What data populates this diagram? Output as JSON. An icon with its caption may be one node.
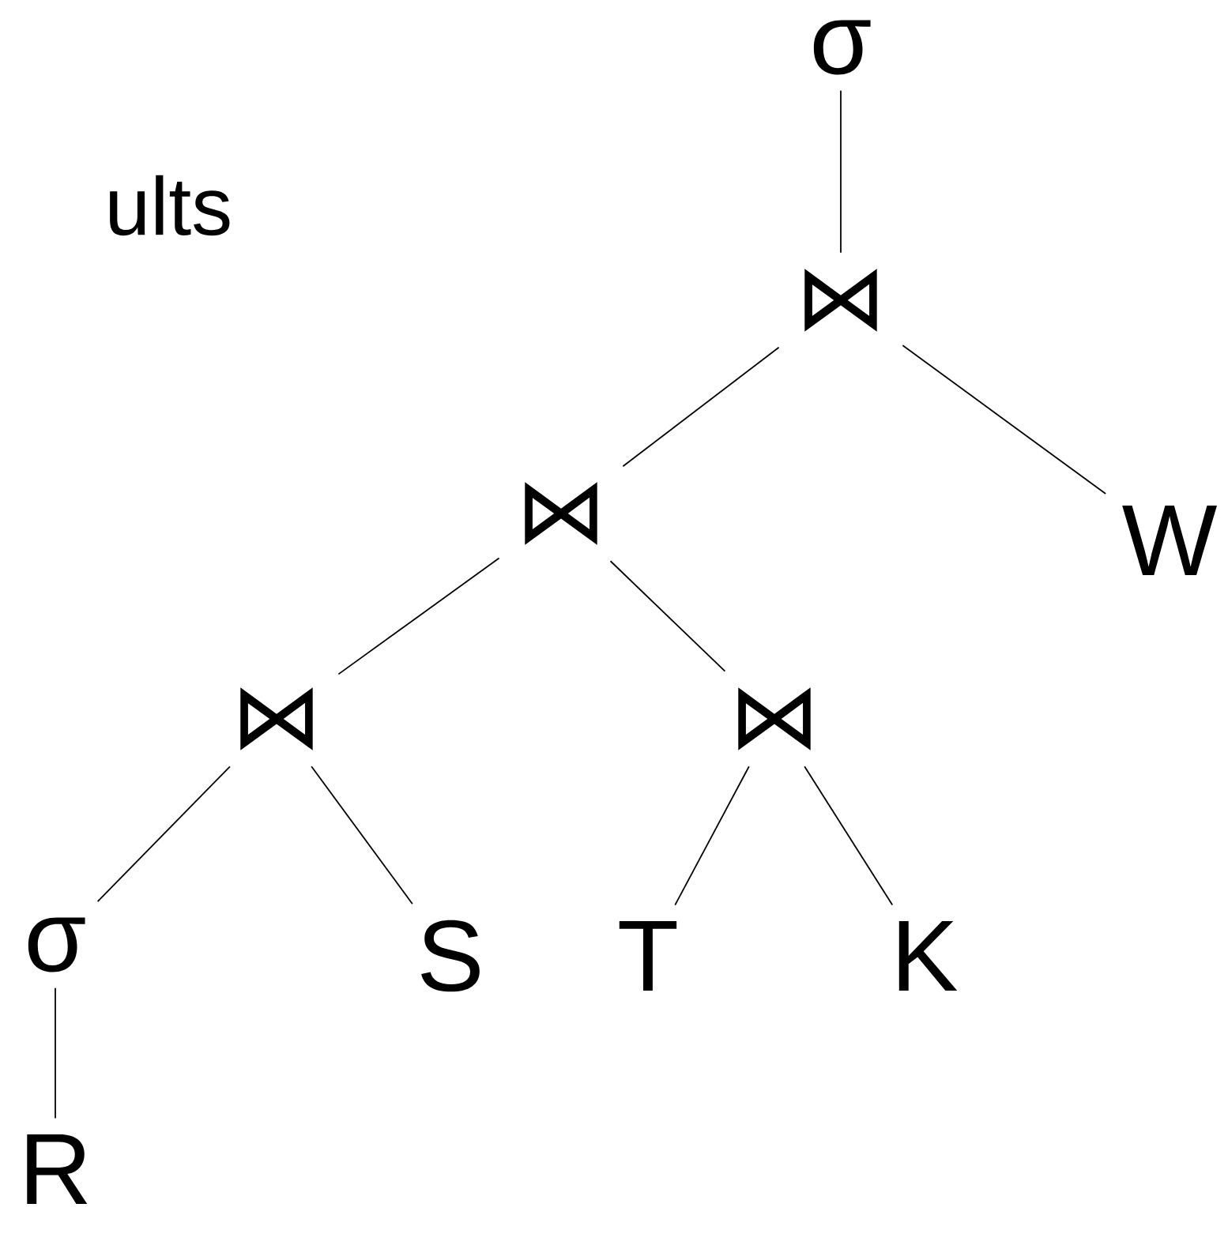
{
  "diagram": {
    "nodes": [
      {
        "text": [
          "σ"
        ]
      },
      {
        "text": [
          "⋈"
        ]
      },
      {
        "text": [
          "⋈"
        ]
      },
      {
        "text": [
          "W"
        ]
      },
      {
        "text": [
          "⋈"
        ]
      },
      {
        "text": [
          "⋈"
        ]
      },
      {
        "text": [
          "σ"
        ]
      },
      {
        "text": [
          "S"
        ]
      },
      {
        "text": [
          "T"
        ]
      },
      {
        "text": [
          "K"
        ]
      },
      {
        "text": [
          "R"
        ]
      }
    ],
    "edges": [
      {
        "from": 0,
        "to": 1,
        "arrow": "none"
      },
      {
        "from": 1,
        "to": 2,
        "arrow": "none"
      },
      {
        "from": 1,
        "to": 3,
        "arrow": "none"
      },
      {
        "from": 2,
        "to": 4,
        "arrow": "none"
      },
      {
        "from": 2,
        "to": 5,
        "arrow": "none"
      },
      {
        "from": 4,
        "to": 6,
        "arrow": "none"
      },
      {
        "from": 4,
        "to": 7,
        "arrow": "none"
      },
      {
        "from": 5,
        "to": 8,
        "arrow": "none"
      },
      {
        "from": 5,
        "to": 9,
        "arrow": "none"
      },
      {
        "from": 6,
        "to": 10,
        "arrow": "none"
      }
    ],
    "labels": [
      "ults"
    ]
  }
}
